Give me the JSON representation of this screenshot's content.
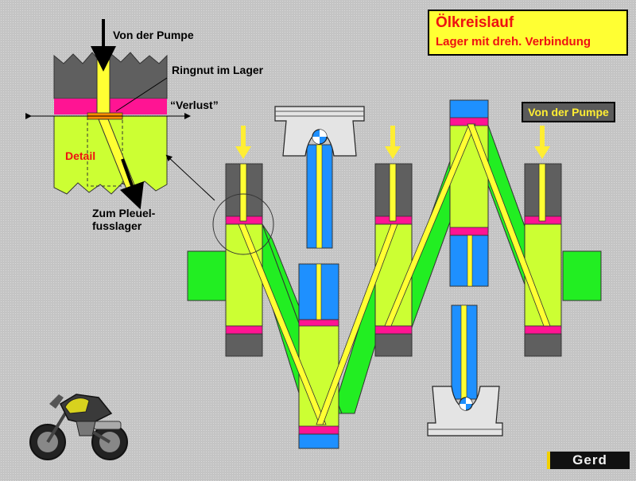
{
  "title": {
    "main": "Ölkreislauf",
    "subtitle": "Lager mit dreh. Verbindung"
  },
  "detail": {
    "label_top": "Von der Pumpe",
    "label_groove": "Ringnut im Lager",
    "label_loss": "“Verlust”",
    "label_detail": "Detail",
    "label_bottom_line1": "Zum Pleuel-",
    "label_bottom_line2": "fusslager"
  },
  "pump_badge": "Von der Pumpe",
  "logo": "Gerd",
  "colors": {
    "background": "#c4c4c4",
    "journal_green": "#ccff33",
    "web_green": "#22ee22",
    "bearing_magenta": "#ff1493",
    "oil_yellow": "#ffff33",
    "rod_blue": "#1e90ff",
    "block_gray": "#5f5f5f",
    "accent_red": "#ee1111",
    "orange_groove": "#ff8c00"
  },
  "icons": [
    "arrow-down-icon",
    "piston-icon",
    "motorcycle-icon"
  ]
}
